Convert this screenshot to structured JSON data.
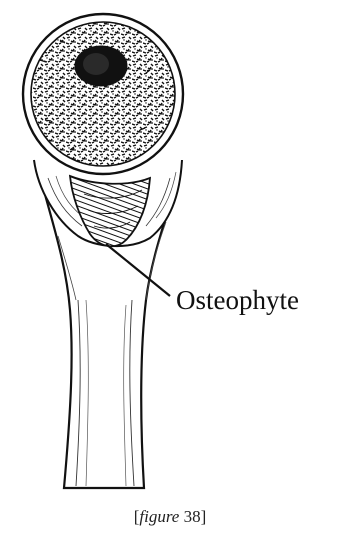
{
  "diagram": {
    "labels": {
      "osteophyte": "Osteophyte"
    }
  },
  "caption": {
    "open_bracket": "[",
    "figure_word": "figure",
    "figure_number": "38",
    "close_bracket": "]"
  }
}
